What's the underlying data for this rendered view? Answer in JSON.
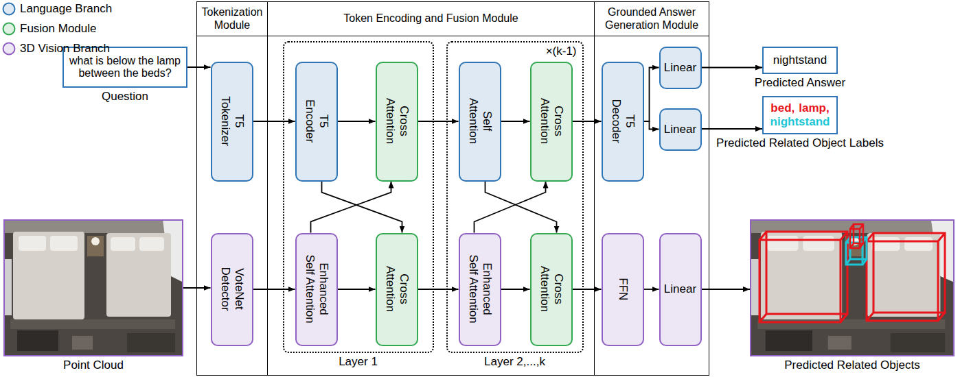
{
  "diagram": {
    "nodes": [
      {
        "text": [
          "what is below the lamp between the beds?",
          "Question"
        ]
      },
      {
        "text": [
          "Point Cloud"
        ]
      },
      {
        "text": [
          "Tokenization Module"
        ]
      },
      {
        "text": [
          "Token Encoding and Fusion Module"
        ]
      },
      {
        "text": [
          "Grounded Answer Generation Module"
        ]
      },
      {
        "text": [
          "T5 Tokenizer"
        ],
        "in": 2
      },
      {
        "text": [
          "VoteNet Detector"
        ],
        "in": 2
      },
      {
        "text": [
          "Layer 1"
        ],
        "in": 3
      },
      {
        "text": [
          "T5 Encoder"
        ],
        "in": 7
      },
      {
        "text": [
          "Cross Attention"
        ],
        "in": 7
      },
      {
        "text": [
          "Enhanced Self Attention"
        ],
        "in": 7
      },
      {
        "text": [
          "Cross Attention"
        ],
        "in": 7
      },
      {
        "text": [
          "×(k-1)",
          "Layer 2,...,k"
        ],
        "in": 3
      },
      {
        "text": [
          "Self Attention"
        ],
        "in": 12
      },
      {
        "text": [
          "Cross Attention"
        ],
        "in": 12
      },
      {
        "text": [
          "Enhanced Self Attention"
        ],
        "in": 12
      },
      {
        "text": [
          "Cross Attention"
        ],
        "in": 12
      },
      {
        "text": [
          "T5 Decoder"
        ],
        "in": 4
      },
      {
        "text": [
          "Linear"
        ],
        "in": 4
      },
      {
        "text": [
          "Linear"
        ],
        "in": 4
      },
      {
        "text": [
          "FFN"
        ],
        "in": 4
      },
      {
        "text": [
          "Linear"
        ],
        "in": 4
      },
      {
        "text": [
          "nightstand",
          "Predicted Answer"
        ]
      },
      {
        "text": [
          "bed,",
          "lamp,",
          "nightstand",
          "Predicted Related Object Labels"
        ]
      },
      {
        "text": [
          "Predicted Related Objects"
        ]
      }
    ],
    "edges": [
      {
        "from": 0,
        "to": 5,
        "arrow": "to"
      },
      {
        "from": 1,
        "to": 6,
        "arrow": "to"
      },
      {
        "from": 5,
        "to": 8,
        "arrow": "to"
      },
      {
        "from": 6,
        "to": 10,
        "arrow": "to"
      },
      {
        "from": 8,
        "to": 9,
        "arrow": "to"
      },
      {
        "from": 10,
        "to": 11,
        "arrow": "to"
      },
      {
        "from": 8,
        "to": 11,
        "arrow": "to"
      },
      {
        "from": 10,
        "to": 9,
        "arrow": "to"
      },
      {
        "from": 9,
        "to": 13,
        "arrow": "to"
      },
      {
        "from": 11,
        "to": 15,
        "arrow": "to"
      },
      {
        "from": 13,
        "to": 14,
        "arrow": "to"
      },
      {
        "from": 15,
        "to": 16,
        "arrow": "to"
      },
      {
        "from": 13,
        "to": 16,
        "arrow": "to"
      },
      {
        "from": 15,
        "to": 14,
        "arrow": "to"
      },
      {
        "from": 14,
        "to": 17,
        "arrow": "to"
      },
      {
        "from": 16,
        "to": 20,
        "arrow": "to"
      },
      {
        "from": 17,
        "to": 18,
        "arrow": "to"
      },
      {
        "from": 17,
        "to": 19,
        "arrow": "to"
      },
      {
        "from": 20,
        "to": 21,
        "arrow": "to"
      },
      {
        "from": 18,
        "to": 22,
        "arrow": "to"
      },
      {
        "from": 19,
        "to": 23,
        "arrow": "to"
      },
      {
        "from": 21,
        "to": 24,
        "arrow": "to"
      }
    ],
    "legend": [
      {
        "text": "Language Branch",
        "color": "#2e75b6"
      },
      {
        "text": "Fusion Module",
        "color": "#33a852"
      },
      {
        "text": "3D Vision Branch",
        "color": "#9061c2"
      }
    ]
  }
}
